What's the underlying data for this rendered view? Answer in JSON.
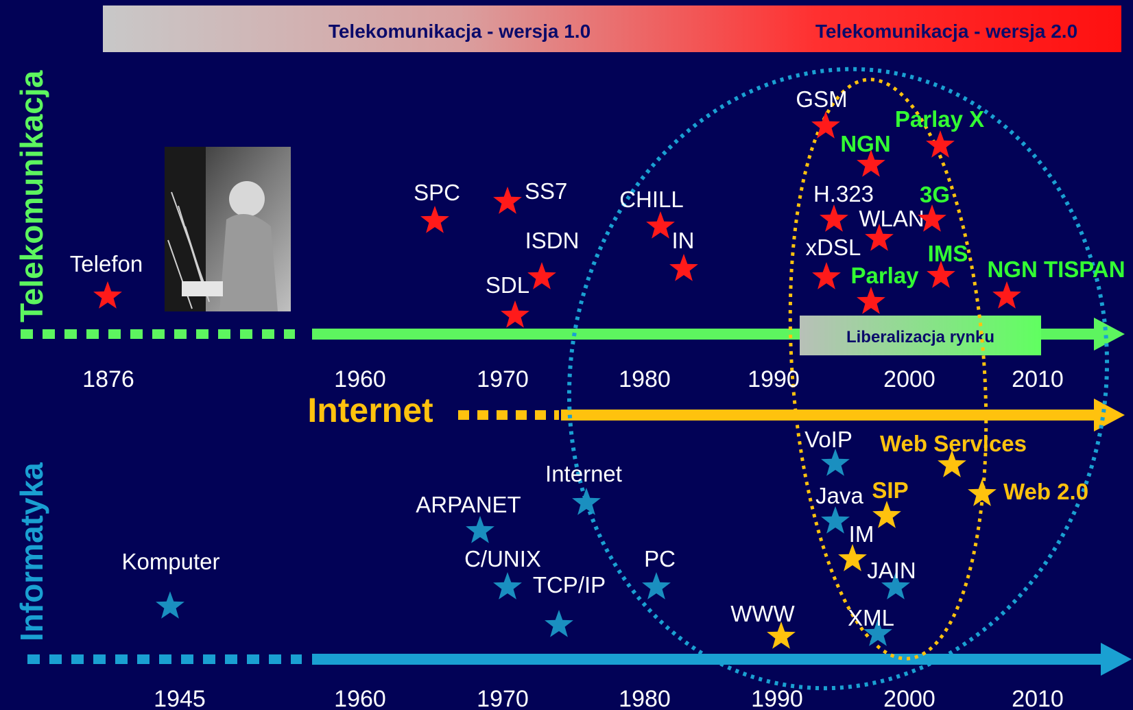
{
  "banner": {
    "v1": "Telekomunikacja - wersja 1.0",
    "v2": "Telekomunikacja - wersja 2.0"
  },
  "side_labels": {
    "telecom": "Telekomunikacja",
    "it": "Informatyka"
  },
  "internet_label": "Internet",
  "liberalization_label": "Liberalizacja rynku",
  "years_top": [
    "1876",
    "1960",
    "1970",
    "1980",
    "1990",
    "2000",
    "2010"
  ],
  "years_bottom": [
    "1945",
    "1960",
    "1970",
    "1980",
    "1990",
    "2000",
    "2010"
  ],
  "telecom_events": [
    {
      "label": "Telefon"
    },
    {
      "label": "SPC"
    },
    {
      "label": "SS7"
    },
    {
      "label": "ISDN"
    },
    {
      "label": "SDL"
    },
    {
      "label": "CHILL"
    },
    {
      "label": "IN"
    },
    {
      "label": "GSM"
    },
    {
      "label": "H.323"
    },
    {
      "label": "WLAN"
    },
    {
      "label": "xDSL"
    },
    {
      "label": "NGN"
    },
    {
      "label": "Parlay X"
    },
    {
      "label": "3G"
    },
    {
      "label": "IMS"
    },
    {
      "label": "Parlay"
    },
    {
      "label": "NGN TISPAN"
    }
  ],
  "it_events": [
    {
      "label": "Komputer"
    },
    {
      "label": "ARPANET"
    },
    {
      "label": "Internet"
    },
    {
      "label": "C/UNIX"
    },
    {
      "label": "TCP/IP"
    },
    {
      "label": "PC"
    },
    {
      "label": "WWW"
    },
    {
      "label": "VoIP"
    },
    {
      "label": "Java"
    },
    {
      "label": "IM"
    },
    {
      "label": "JAIN"
    },
    {
      "label": "XML"
    },
    {
      "label": "Web Services"
    },
    {
      "label": "SIP"
    },
    {
      "label": "Web 2.0"
    }
  ],
  "colors": {
    "background": "#020256",
    "telecom_line": "#5df55f",
    "internet_line": "#ffc20e",
    "it_line": "#1aa0d2",
    "red_star": "#ff1a1a",
    "blue_star": "#1a8fc0",
    "yellow_star": "#ffc20e",
    "green_text": "#33ff33",
    "yellow_text": "#ffc20e"
  }
}
